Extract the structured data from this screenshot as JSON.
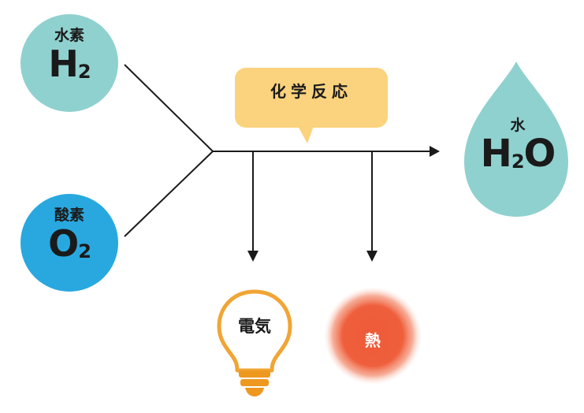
{
  "hydrogen": {
    "name": "水素",
    "symbol": "H",
    "subscript": "2"
  },
  "oxygen": {
    "name": "酸素",
    "symbol": "O",
    "subscript": "2"
  },
  "water": {
    "name": "水",
    "symbol_h": "H",
    "subscript": "2",
    "symbol_o": "O"
  },
  "reaction": {
    "label": "化学反応"
  },
  "outputs": {
    "electricity": "電気",
    "heat": "熱"
  },
  "colors": {
    "hydrogen": "#8fd1cf",
    "oxygen": "#29a8e0",
    "water": "#8fd1cf",
    "bubble": "#fbd27d",
    "bulb_outline": "#f0a534",
    "bulb_base": "#ee9820",
    "heat": "#ee5a38",
    "line": "#1a1a1a"
  }
}
